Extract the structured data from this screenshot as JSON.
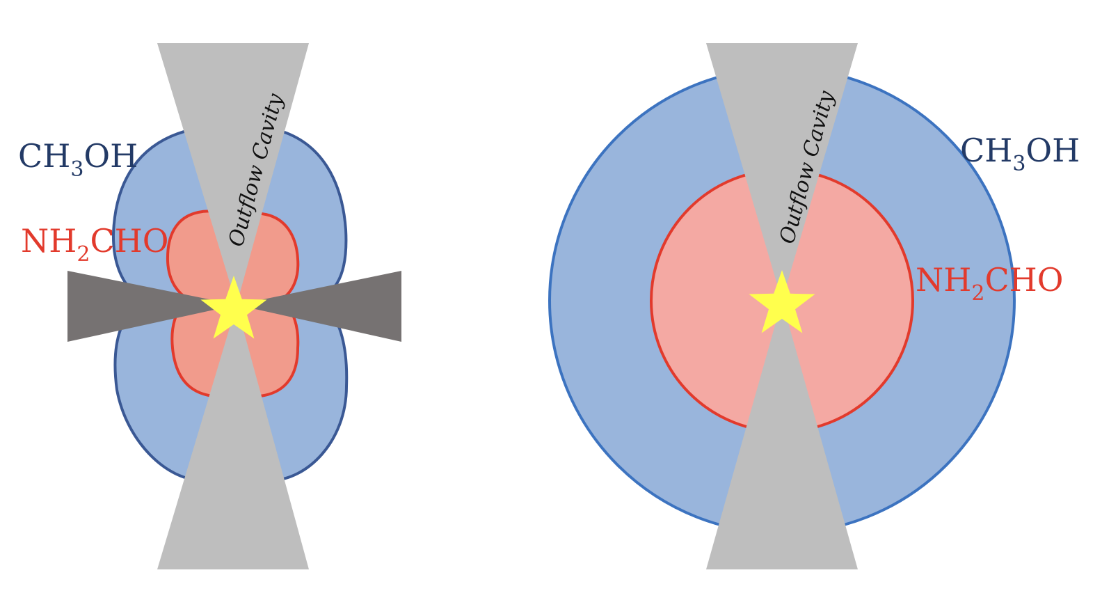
{
  "colors": {
    "ch3oh_fill": "#99b5dc",
    "ch3oh_stroke_left": "#3a5894",
    "ch3oh_stroke_right": "#3c73c0",
    "ch3oh_text": "#233a66",
    "nh2cho_fill_left": "#f19b8c",
    "nh2cho_fill_right": "#f4a9a3",
    "nh2cho_stroke": "#e23a2c",
    "nh2cho_text": "#e23a2c",
    "outflow_cavity": "#bebebe",
    "disk": "#767272",
    "star": "#ffff4d"
  },
  "left_panel": {
    "ch3oh_label": {
      "main": "CH",
      "sub": "3",
      "tail": "OH"
    },
    "nh2cho_label": {
      "main": "NH",
      "sub": "2",
      "tail": "CHO"
    },
    "cavity_label": "Outflow Cavity"
  },
  "right_panel": {
    "ch3oh_label": {
      "main": "CH",
      "sub": "3",
      "tail": "OH"
    },
    "nh2cho_label": {
      "main": "NH",
      "sub": "2",
      "tail": "CHO"
    },
    "cavity_label": "Outflow Cavity"
  }
}
